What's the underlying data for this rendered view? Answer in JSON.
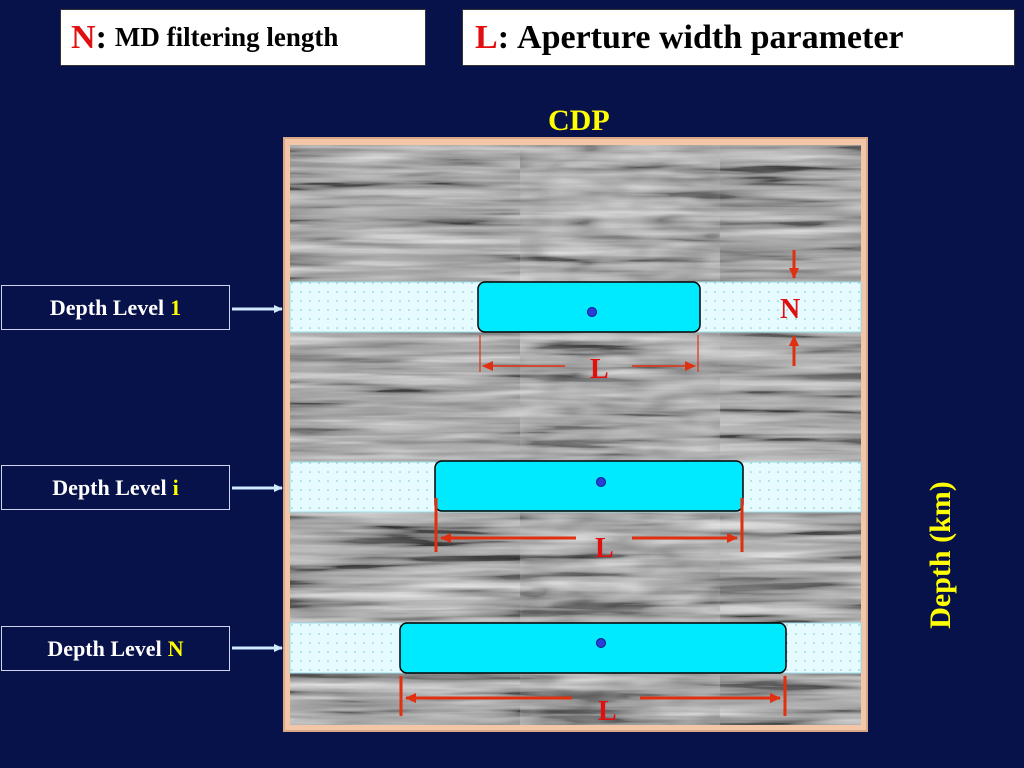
{
  "legend": {
    "n_symbol": "N",
    "n_colon": ":",
    "n_text": "MD filtering length",
    "l_symbol": "L",
    "l_colon": ":",
    "l_text": "Aperture width parameter"
  },
  "axis": {
    "top_label": "CDP",
    "side_label": "Depth (km)"
  },
  "levels": [
    {
      "prefix": "Depth Level",
      "index": "1"
    },
    {
      "prefix": "Depth Level",
      "index": "i"
    },
    {
      "prefix": "Depth Level",
      "index": "N"
    }
  ],
  "markers": {
    "n_marker": "N",
    "l_marker_1": "L",
    "l_marker_i": "L",
    "l_marker_N": "L"
  },
  "colors": {
    "background": "#07114a",
    "aperture_fill": "#00eaff",
    "band_fill": "#e4fbff",
    "accent_red": "#e01010",
    "label_yellow": "#ffff00",
    "frame": "#f2c6a6"
  }
}
